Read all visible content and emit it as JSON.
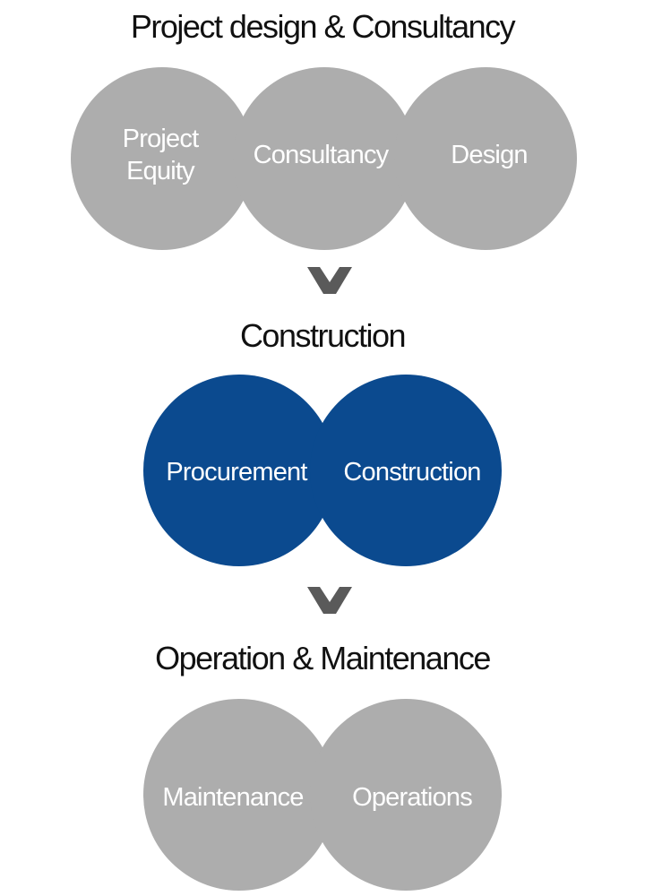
{
  "stages": [
    {
      "title": "Project design & Consultancy",
      "color": "#adadad",
      "items": [
        "Project\nEquity",
        "Consultancy",
        "Design"
      ]
    },
    {
      "title": "Construction",
      "color": "#0b4a8f",
      "items": [
        "Procurement",
        "Construction"
      ]
    },
    {
      "title": "Operation & Maintenance",
      "color": "#adadad",
      "items": [
        "Maintenance",
        "Operations"
      ]
    }
  ],
  "arrow_icon": "chevron-down-icon",
  "arrow_color": "#5a5a5a"
}
